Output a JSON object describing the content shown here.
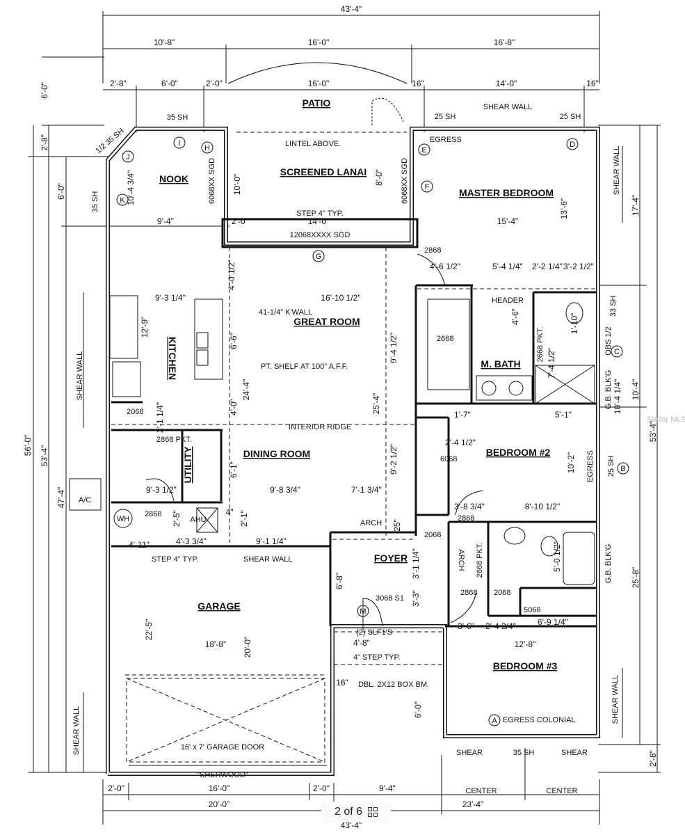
{
  "plan_name": "\"SHERWOOD\"",
  "dimensions": {
    "top_overall": "43'-4\"",
    "top_row1": [
      "10'-8\"",
      "16'-0\"",
      "16'-8\""
    ],
    "top_row2": [
      "2'-8\"",
      "6'-0\"",
      "2'-0\"",
      "16'-0\"",
      "16\"",
      "14'-0\"",
      "16\""
    ],
    "left_outer": "56'-0\"",
    "left_top": "6'-0\"",
    "left_mid": [
      "2'-8\"",
      "6'-0\"",
      "53'-4\"",
      "47'-4\""
    ],
    "right": [
      "17'-4\"",
      "53'-4\"",
      "10'-4\"",
      "25'-8\"",
      "2'-8\""
    ],
    "bottom_row1": [
      "2'-0\"",
      "16'-0\"",
      "2'-0\"",
      "9'-4\""
    ],
    "bottom_row2": [
      "20'-0\"",
      "23'-4\""
    ],
    "bottom_overall": "43'-4\"",
    "interior": [
      "9'-4\"",
      "15'-4\"",
      "9'-3 1/4\"",
      "16'-10 1/2\"",
      "4'-6 1/2\"",
      "5'-4 1/4\"",
      "2'-2 1/4\"",
      "3'-2 1/2\"",
      "25'-4\"",
      "9'-4 1/2\"",
      "9'-2 1/2\"",
      "9'-8 3/4\"",
      "7'-1 3/4\"",
      "4'-11\"",
      "4'-3 3/4\"",
      "9'-1 1/4\"",
      "18'-8\"",
      "20'-0\"",
      "22'-5\"",
      "12'-8\"",
      "3'-6\"",
      "2'-4 3/4\"",
      "6'-9 1/4\"",
      "8'-10 1/2\"",
      "10'-2\"",
      "13'-6\"",
      "10'-4 1/4\"",
      "6'-6\"",
      "24'-4\"",
      "4'-0\"",
      "6'-1\"",
      "12'-9\"",
      "2'-1 1/4\"",
      "9'-3 1/2\"",
      "1'-7\"",
      "5'-1\"",
      "2'-4 1/2\"",
      "6'-8\"",
      "3'-1 1/4\"",
      "3'-3\"",
      "4'-8\"",
      "6'-0\"",
      "16\"",
      "8'-0\"",
      "10'-0\"",
      "14'-0\"",
      "2'-0\"",
      "3'-8 3/4\"",
      "5'-0 1/2\"",
      "7'-4 1/2\"",
      "1'-10\"",
      "25\"",
      "4\"",
      "2'-1\"",
      "2'-5\"",
      "4'-0 1/2\"",
      "4'-6\"",
      "10'-4 3/4\""
    ]
  },
  "rooms": {
    "patio": "PATIO",
    "lanai": "SCREENED LANAI",
    "nook": "NOOK",
    "master": "MASTER BEDROOM",
    "great": "GREAT ROOM",
    "kitchen": "KITCHEN",
    "mbath": "M. BATH",
    "bed2": "BEDROOM #2",
    "dining": "DINING ROOM",
    "utility": "UTILITY",
    "foyer": "FOYER",
    "garage": "GARAGE",
    "bed3": "BEDROOM #3"
  },
  "notes": {
    "shear_wall": "SHEAR WALL",
    "sh_25": "25 SH",
    "sh_35": "35 SH",
    "sh_33": "33 SH",
    "sh_half35": "1/2 35 SH",
    "lintel": "LINTEL ABOVE.",
    "egress": "EGRESS",
    "step4": "STEP 4\" TYP.",
    "sgd_6068": "6068XX SGD",
    "sgd_12068": "12068XXXX SGD",
    "door_2868": "2868",
    "header": "HEADER",
    "kwall": "41-1/4\" K'WALL",
    "door_2668": "2668",
    "door_2668pkt": "2668 PKT.",
    "obs": "OBS 1/2",
    "shelf": "PT. SHELF AT 100\" A.F.F.",
    "gb_blkg": "G.B. BLK'G",
    "interior_ridge": "INTERIOR RIDGE",
    "door_2068": "2068",
    "door_2868pkt": "2868 PKT.",
    "door_6068": "6068",
    "ac": "A/C",
    "wh": "WH",
    "arch": "ARCH",
    "ahu": "AHU",
    "door_3068": "3068 S1",
    "door_5068": "5068",
    "slf": "(2) SLF1'S",
    "step_typ": "4\" STEP TYP.",
    "dbl_beam": "DBL. 2X12 BOX BM.",
    "garage_door": "16' x 7' GARAGE DOOR",
    "egress_colonial": "EGRESS COLONIAL",
    "shear": "SHEAR",
    "center": "CENTER",
    "step_typ4": "STEP 4\" TYP.",
    "watermark": "Stellar MLS"
  },
  "markers": [
    "I",
    "H",
    "J",
    "K",
    "E",
    "D",
    "F",
    "G",
    "C",
    "B",
    "M",
    "A"
  ],
  "pager": {
    "label": "2 of 6"
  }
}
